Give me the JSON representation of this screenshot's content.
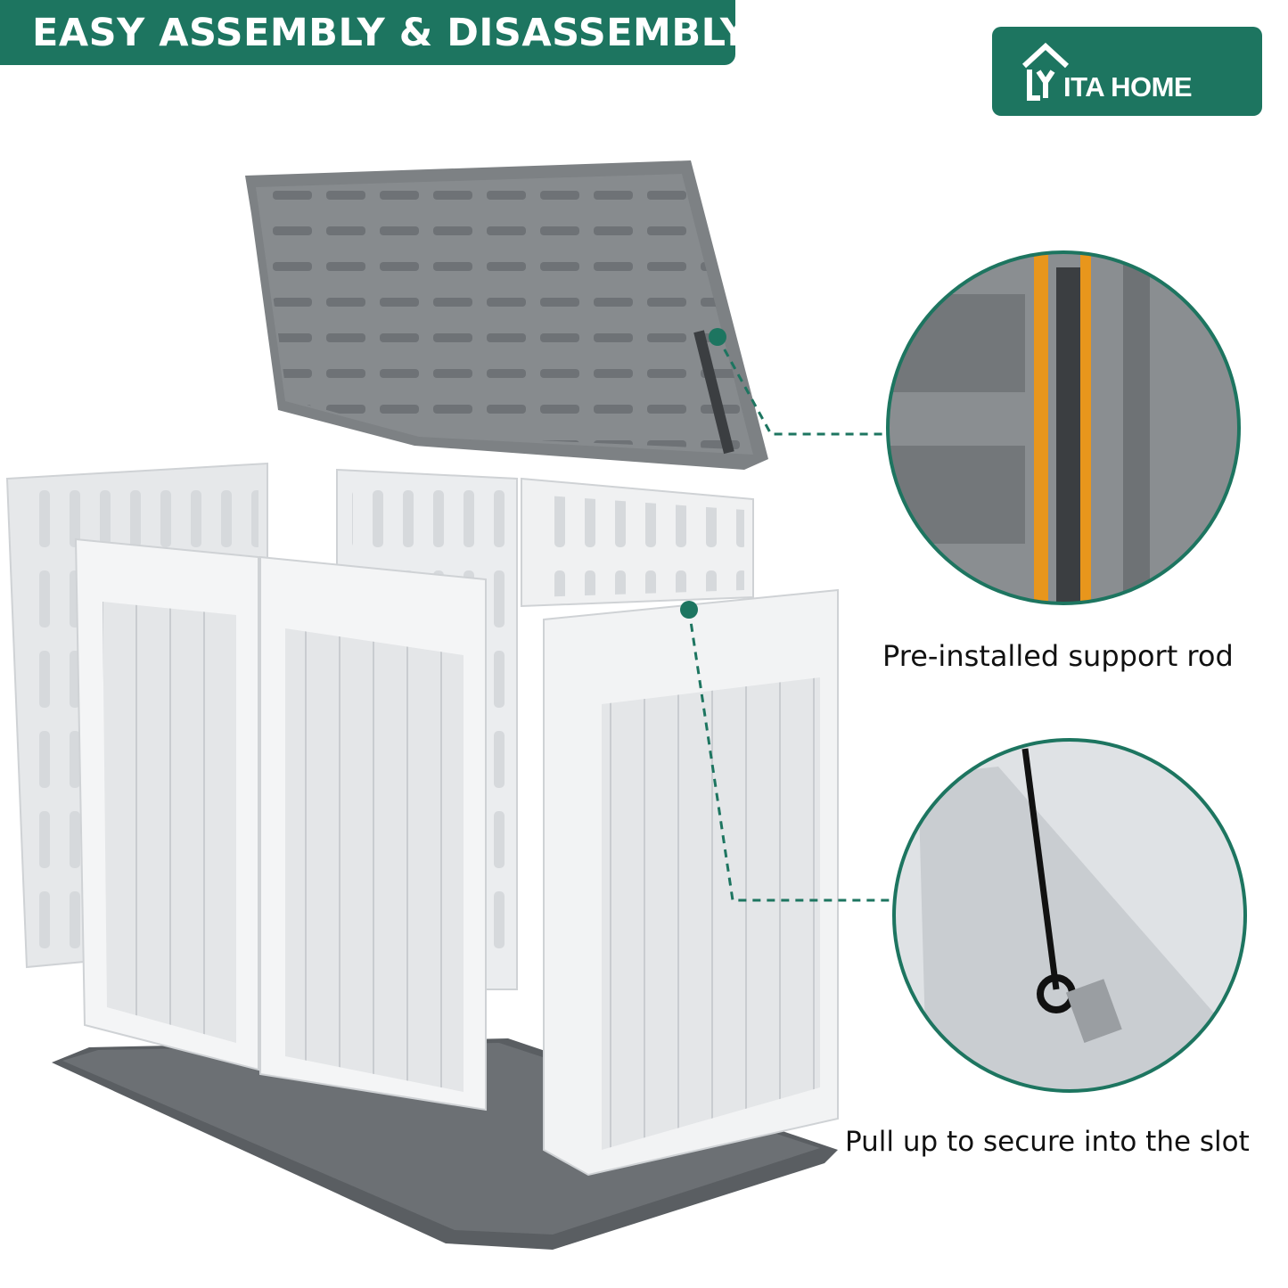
{
  "banner": {
    "title": "EASY ASSEMBLY & DISASSEMBLY"
  },
  "brand": {
    "logo_text": "ITA HOME"
  },
  "features": [
    {
      "caption": "Pre-installed support rod"
    },
    {
      "caption": "Pull up to secure into the slot"
    }
  ],
  "colors": {
    "brand_green": "#1d7560",
    "lid_gray": "#7d8184",
    "panel_white": "#eceef0",
    "floor_gray": "#5a5e62",
    "rod_orange": "#e8961c"
  }
}
